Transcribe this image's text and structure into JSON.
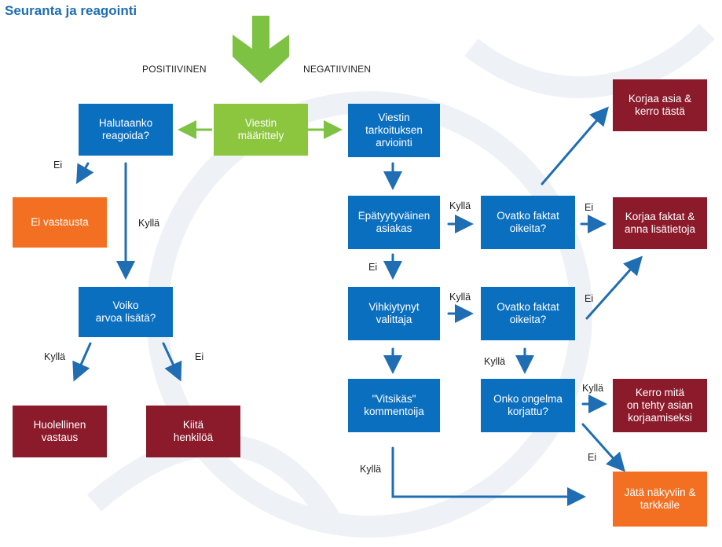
{
  "title": "Seuranta ja reagointi",
  "directions": {
    "positive": "POSITIIVINEN",
    "negative": "NEGATIIVINEN"
  },
  "colors": {
    "blue": "#0b6fc0",
    "green": "#8cc63f",
    "orange": "#f36f21",
    "darkred": "#8b1a2b",
    "arrow": "#1f6db3"
  },
  "boxes": {
    "definition": "Viestin\nmäärittely",
    "want_react": "Halutaanko\nreagoida?",
    "no_answer": "Ei vastausta",
    "add_value": "Voiko\narvoa lisätä?",
    "careful_answer": "Huolellinen\nvastaus",
    "thank": "Kiitä\nhenkilöä",
    "purpose": "Viestin\ntarkoituksen\narviointi",
    "unhappy": "Epätyytyväinen\nasiakas",
    "angry": "Vihkiytynyt\nvalittaja",
    "joker": "\"Vitsikäs\"\nkommentoija",
    "facts1": "Ovatko faktat\noikeita?",
    "facts2": "Ovatko faktat\noikeita?",
    "fixed": "Onko ongelma\nkorjattu?",
    "fix_tell": "Korjaa asia &\nkerro tästä",
    "fix_facts": "Korjaa faktat &\nanna lisätietoja",
    "tell_done": "Kerro mitä\non tehty asian\nkorjaamiseksi",
    "leave": "Jätä näkyviin &\ntarkkaile"
  },
  "labels": {
    "ei1": "Ei",
    "kylla1": "Kyllä",
    "kylla2": "Kyllä",
    "ei2": "Ei",
    "kylla3": "Kyllä",
    "ei3": "Ei",
    "kylla4": "Kyllä",
    "ei4": "Ei",
    "kylla5": "Kyllä",
    "ei5": "Ei",
    "kylla6": "Kyllä",
    "kylla7": "Kyllä",
    "ei6": "Ei"
  }
}
